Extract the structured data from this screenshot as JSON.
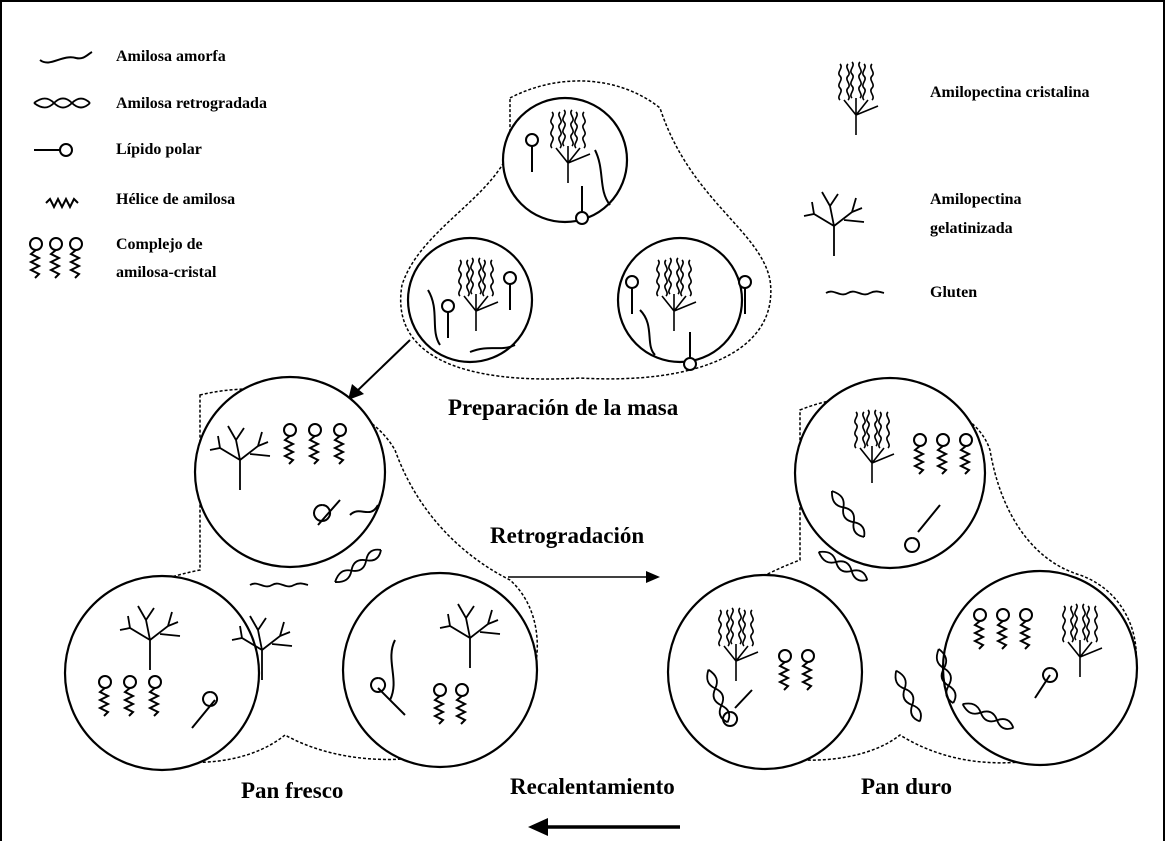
{
  "legend": {
    "amilosa_amorfa": "Amilosa amorfa",
    "amilosa_retrogradada": "Amilosa retrogradada",
    "lipido_polar": "Lípido polar",
    "helice_amilosa": "Hélice de amilosa",
    "complejo_line1": "Complejo de",
    "complejo_line2": "amilosa-cristal",
    "amilopectina_cristalina": "Amilopectina cristalina",
    "amilopectina_gel_line1": "Amilopectina",
    "amilopectina_gel_line2": "gelatinizada",
    "gluten": "Gluten"
  },
  "stages": {
    "masa": "Preparación de la masa",
    "fresco": "Pan fresco",
    "duro": "Pan duro"
  },
  "processes": {
    "retrogradacion": "Retrogradación",
    "recalentamiento": "Recalentamiento"
  }
}
